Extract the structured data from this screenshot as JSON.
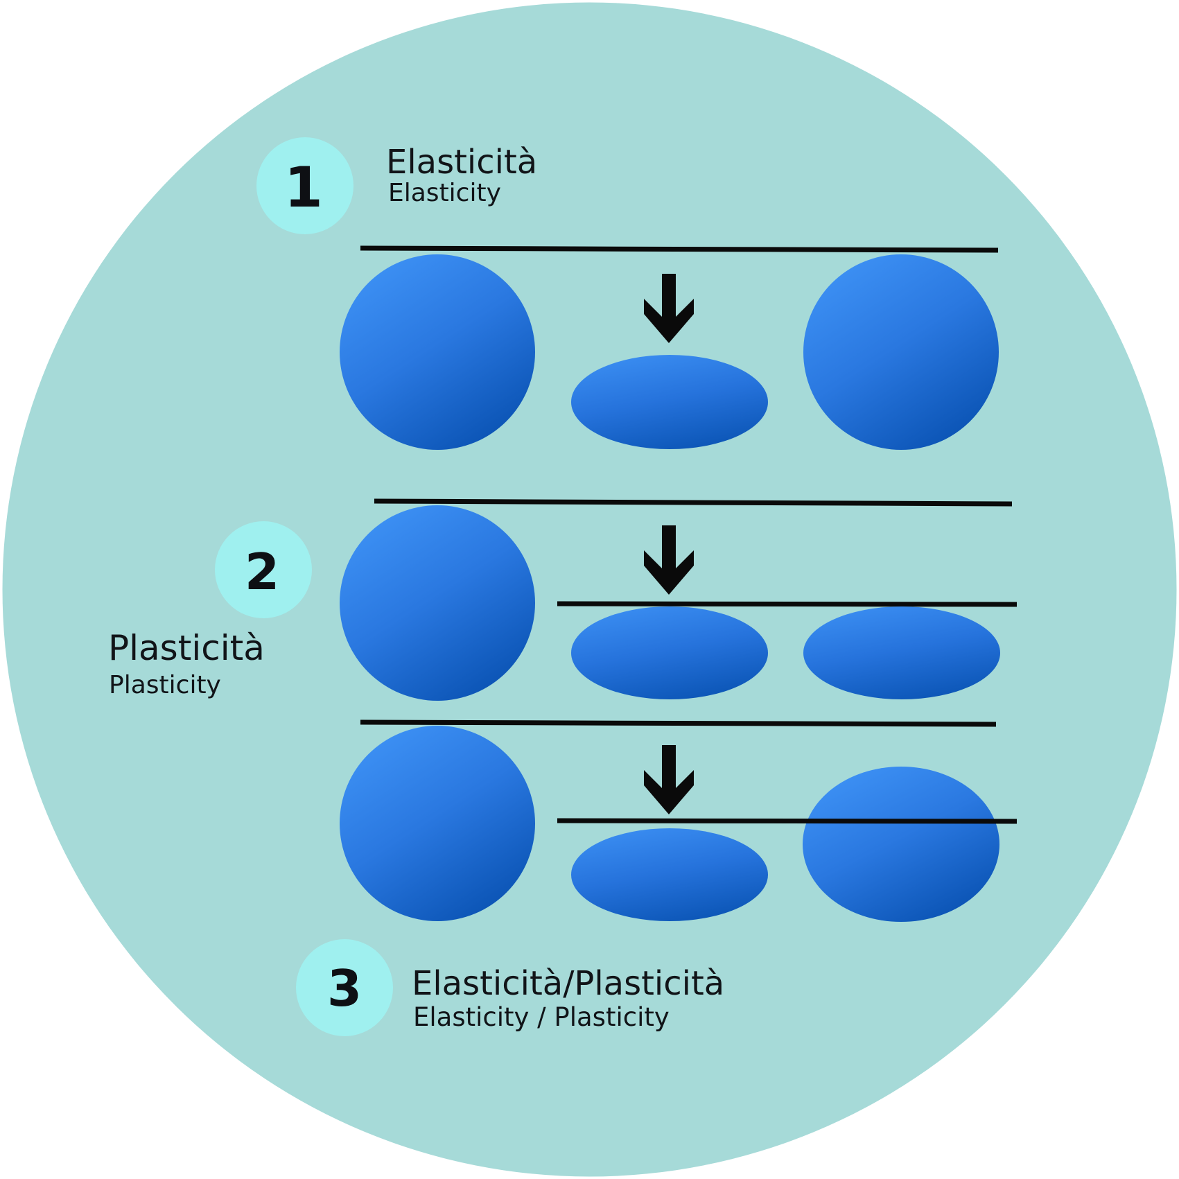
{
  "diagram": {
    "title": "Elasticity / Plasticity deformation diagram",
    "colors": {
      "background_disc": "#a6dad8",
      "badge": "#9ff0ef",
      "ball_light": "#3a8cf0",
      "ball_dark": "#0e56b8",
      "line": "#0a0a0a",
      "text": "#111418"
    },
    "sections": [
      {
        "number": "1",
        "label_it": "Elasticità",
        "label_en": "Elasticity",
        "states": [
          "sphere",
          "compressed-ellipse",
          "sphere (fully recovered)"
        ]
      },
      {
        "number": "2",
        "label_it": "Plasticità",
        "label_en": "Plasticity",
        "states": [
          "sphere",
          "compressed-ellipse",
          "ellipse (permanently deformed)"
        ]
      },
      {
        "number": "3",
        "label_it": "Elasticità/Plasticità",
        "label_en": "Elasticity / Plasticity",
        "states": [
          "sphere",
          "compressed-ellipse",
          "partially recovered shape"
        ]
      }
    ],
    "arrow_icon": "down-arrow"
  }
}
